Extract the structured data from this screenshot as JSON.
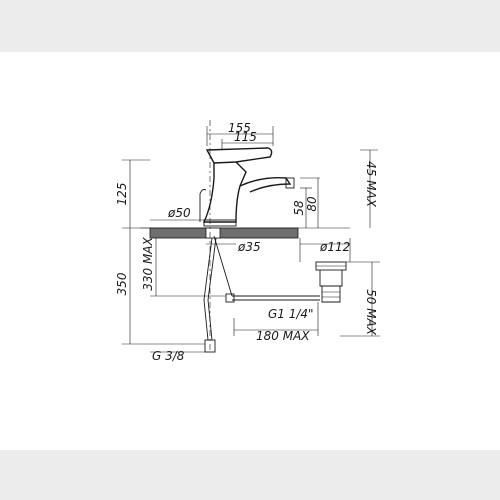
{
  "dimensions": {
    "spout_reach_total": "155",
    "spout_reach": "115",
    "body_height": "125",
    "aerator_height": "58",
    "spout_height": "80",
    "lever_max": "45 MAX",
    "body_diameter": "ø50",
    "hole_diameter": "ø35",
    "waste_diameter": "ø112",
    "total_height": "350",
    "pipe_max": "330 MAX",
    "waste_thread": "G1 1/4\"",
    "rod_max": "180 MAX",
    "waste_max": "50 MAX",
    "inlet_thread": "G 3/8"
  }
}
